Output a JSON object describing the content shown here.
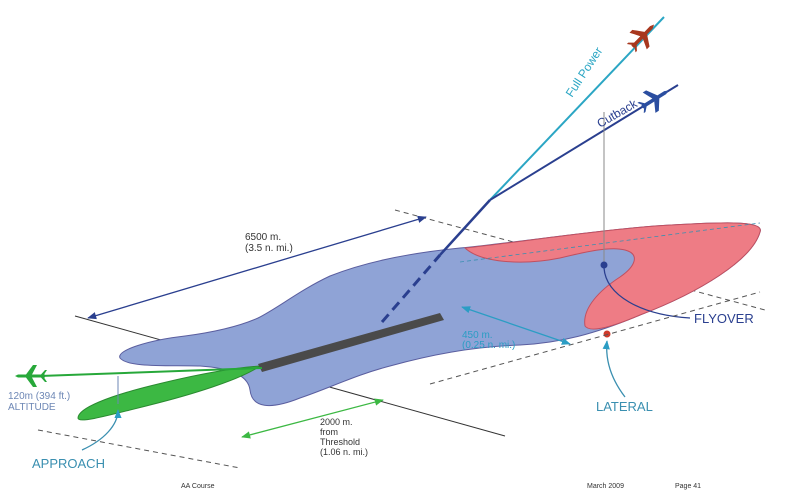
{
  "diagram": {
    "labels": {
      "full_power": "Full Power",
      "cutback": "Cutback",
      "flyover": "FLYOVER",
      "lateral": "LATERAL",
      "approach": "APPROACH",
      "altitude_line1": "120m  (394 ft.)",
      "altitude_line2": "ALTITUDE",
      "dist_6500_line1": "6500 m.",
      "dist_6500_line2": "(3.5 n. mi.)",
      "dist_450_line1": "450 m.",
      "dist_450_line2": "(0.25 n. mi.)",
      "dist_2000_line1": "2000 m.",
      "dist_2000_line2": "from",
      "dist_2000_line3": "Threshold",
      "dist_2000_line4": "(1.06 n. mi.)"
    },
    "colors": {
      "blue_footprint": "#8fa3d6",
      "red_footprint": "#ee7c85",
      "green_footprint": "#3cb843",
      "runway": "#4a4a4a",
      "full_power_line": "#2ba6c4",
      "cutback_line": "#2a3f8f",
      "approach_aircraft": "#27a83a",
      "full_power_aircraft": "#a8371e",
      "cutback_aircraft": "#2b4ea0",
      "label_blue": "#2a3f8f",
      "label_teal": "#3a8fb0",
      "label_gray_blue": "#6d87b5"
    }
  },
  "footer": {
    "course": "AA Course",
    "date": "March 2009",
    "page": "Page 41"
  }
}
